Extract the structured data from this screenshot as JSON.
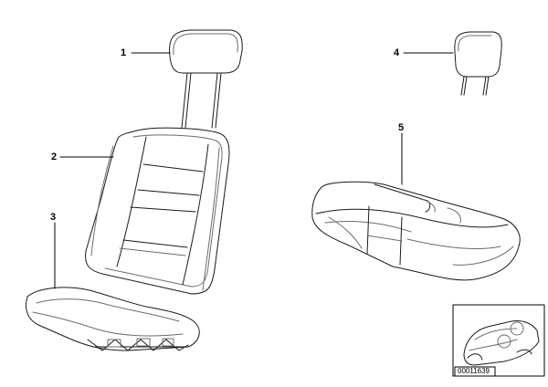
{
  "diagram": {
    "callouts": [
      {
        "id": "1",
        "label": "1"
      },
      {
        "id": "2",
        "label": "2"
      },
      {
        "id": "3",
        "label": "3"
      },
      {
        "id": "4",
        "label": "4"
      },
      {
        "id": "5",
        "label": "5"
      }
    ],
    "inset": {
      "part_number": "00011639"
    },
    "colors": {
      "line": "#1a1a1a",
      "light_line": "#6b6b6b",
      "background": "#ffffff"
    }
  }
}
